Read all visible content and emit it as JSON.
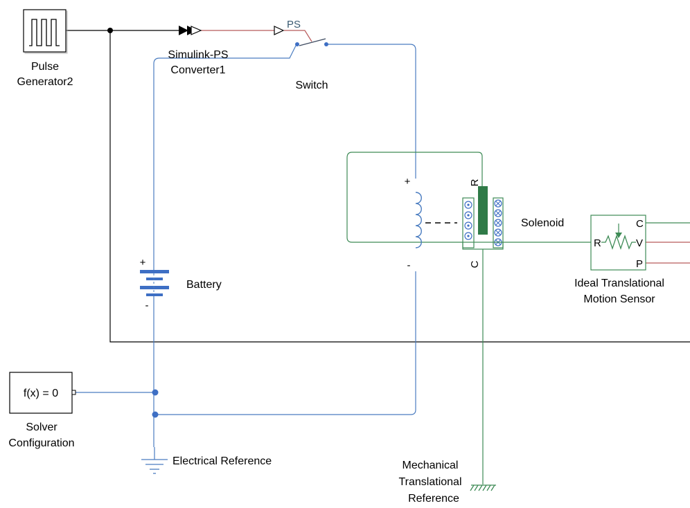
{
  "colors": {
    "signal": "#000000",
    "ps_signal": "#b85a5a",
    "electrical": "#4a7cc0",
    "mechanical": "#3d8a55",
    "junction": "#3e6fc4",
    "plunger": "#2f7a47"
  },
  "blocks": {
    "pulse_generator": {
      "line1": "Pulse",
      "line2": "Generator2"
    },
    "converter": {
      "line1": "Simulink-PS",
      "line2": "Converter1",
      "port_label": "PS"
    },
    "switch": {
      "label": "Switch"
    },
    "battery": {
      "label": "Battery",
      "plus": "+",
      "minus": "-"
    },
    "solenoid": {
      "label": "Solenoid",
      "port_r": "R",
      "port_c": "C",
      "plus": "+",
      "minus": "-"
    },
    "motion_sensor": {
      "line1": "Ideal Translational",
      "line2": "Motion Sensor",
      "port_r": "R",
      "port_c": "C",
      "port_v": "V",
      "port_p": "P"
    },
    "solver": {
      "text": "f(x) = 0",
      "line1": "Solver",
      "line2": "Configuration"
    },
    "electrical_ref": {
      "label": "Electrical Reference"
    },
    "mechanical_ref": {
      "line1": "Mechanical",
      "line2": "Translational",
      "line3": "Reference"
    }
  }
}
